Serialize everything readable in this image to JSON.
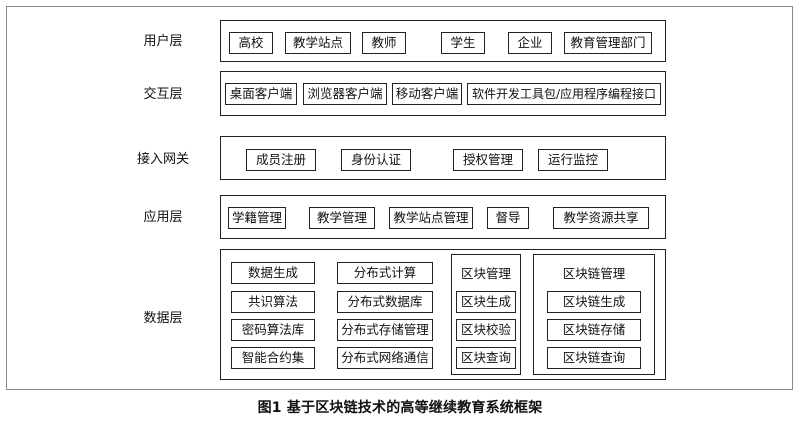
{
  "layers": {
    "user": {
      "label": "用户层",
      "items": [
        "高校",
        "教学站点",
        "教师",
        "学生",
        "企业",
        "教育管理部门"
      ]
    },
    "interaction": {
      "label": "交互层",
      "items": [
        "桌面客户端",
        "浏览器客户端",
        "移动客户端",
        "软件开发工具包/应用程序编程接口"
      ]
    },
    "gateway": {
      "label": "接入网关",
      "items": [
        "成员注册",
        "身份认证",
        "授权管理",
        "运行监控"
      ]
    },
    "application": {
      "label": "应用层",
      "items": [
        "学籍管理",
        "教学管理",
        "教学站点管理",
        "督导",
        "教学资源共享"
      ]
    },
    "data": {
      "label": "数据层",
      "col1": [
        "数据生成",
        "共识算法",
        "密码算法库",
        "智能合约集"
      ],
      "col2": [
        "分布式计算",
        "分布式数据库",
        "分布式存储管理",
        "分布式网络通信"
      ],
      "block": {
        "title": "区块管理",
        "items": [
          "区块生成",
          "区块校验",
          "区块查询"
        ]
      },
      "chain": {
        "title": "区块链管理",
        "items": [
          "区块链生成",
          "区块链存储",
          "区块链查询"
        ]
      }
    }
  },
  "caption": "图1 基于区块链技术的高等继续教育系统框架"
}
